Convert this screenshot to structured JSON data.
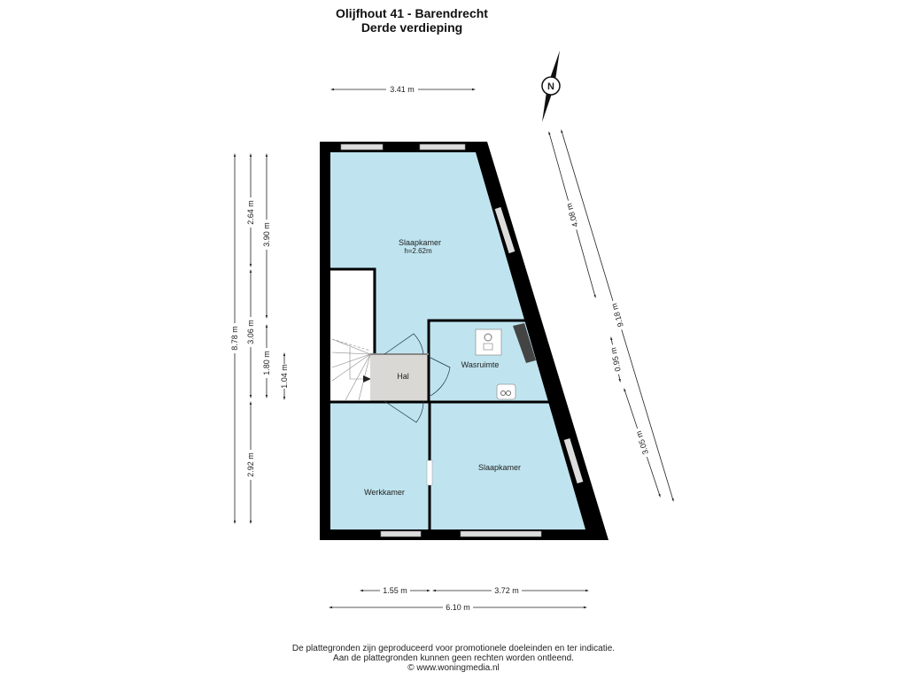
{
  "header": {
    "title": "Olijfhout 41 - Barendrecht",
    "subtitle": "Derde verdieping"
  },
  "compass": {
    "label": "N"
  },
  "rooms": {
    "slaapkamer_top": "Slaapkamer",
    "ceiling_height": "h=2.62m",
    "hal": "Hal",
    "wasruimte": "Wasruimte",
    "werkkamer": "Werkkamer",
    "slaapkamer_bottom": "Slaapkamer"
  },
  "dimensions": {
    "top_width": "3.41 m",
    "total_height": "8.78 m",
    "h_2_64": "2.64 m",
    "h_3_06": "3.06 m",
    "h_2_92": "2.92 m",
    "h_3_90": "3.90 m",
    "h_1_80": "1.80 m",
    "h_1_04": "1.04 m",
    "diag_4_08": "4.08 m",
    "diag_9_18": "9.18 m",
    "diag_0_95": "0.95 m",
    "diag_3_05": "3.05 m",
    "bottom_1_55": "1.55 m",
    "bottom_3_72": "3.72 m",
    "bottom_total": "6.10 m"
  },
  "disclaimer": {
    "line1": "De plattegronden zijn geproduceerd voor promotionele doeleinden en ter indicatie.",
    "line2": "Aan de plattegronden kunnen geen rechten worden ontleend.",
    "line3": "© www.woningmedia.nl"
  },
  "colors": {
    "room": "#bfe4ef",
    "hal": "#d9d8d4",
    "wall": "#000000"
  }
}
